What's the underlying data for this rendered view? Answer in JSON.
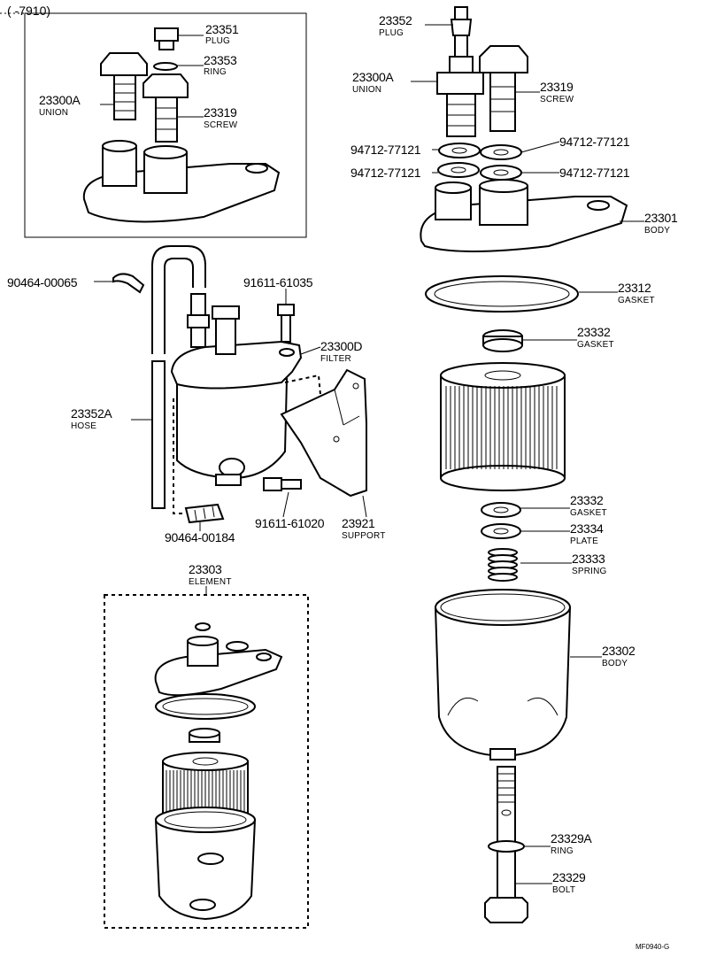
{
  "header": {
    "range": "(     -7910)"
  },
  "labels": {
    "p23351": {
      "num": "23351",
      "name": "PLUG"
    },
    "p23353": {
      "num": "23353",
      "name": "RING"
    },
    "p23300A_inset": {
      "num": "23300A",
      "name": "UNION"
    },
    "p23319_inset": {
      "num": "23319",
      "name": "SCREW"
    },
    "p23352": {
      "num": "23352",
      "name": "PLUG"
    },
    "p23300A": {
      "num": "23300A",
      "name": "UNION"
    },
    "p23319": {
      "num": "23319",
      "name": "SCREW"
    },
    "w1": {
      "num": "94712-77121"
    },
    "w2": {
      "num": "94712-77121"
    },
    "w3": {
      "num": "94712-77121"
    },
    "w4": {
      "num": "94712-77121"
    },
    "p23301": {
      "num": "23301",
      "name": "BODY"
    },
    "p90464_00065": {
      "num": "90464-00065"
    },
    "p91611_61035": {
      "num": "91611-61035"
    },
    "p23300D": {
      "num": "23300D",
      "name": "FILTER"
    },
    "p23352A": {
      "num": "23352A",
      "name": "HOSE"
    },
    "p91611_61020": {
      "num": "91611-61020"
    },
    "p23921": {
      "num": "23921",
      "name": "SUPPORT"
    },
    "p90464_00184": {
      "num": "90464-00184"
    },
    "p23312": {
      "num": "23312",
      "name": "GASKET"
    },
    "p23332a": {
      "num": "23332",
      "name": "GASKET"
    },
    "p23332b": {
      "num": "23332",
      "name": "GASKET"
    },
    "p23334": {
      "num": "23334",
      "name": "PLATE"
    },
    "p23333": {
      "num": "23333",
      "name": "SPRING"
    },
    "p23302": {
      "num": "23302",
      "name": "BODY"
    },
    "p23303": {
      "num": "23303",
      "name": "ELEMENT"
    },
    "p23329A": {
      "num": "23329A",
      "name": "RING"
    },
    "p23329": {
      "num": "23329",
      "name": "BOLT"
    }
  },
  "footer": {
    "code": "MF0940-G"
  }
}
